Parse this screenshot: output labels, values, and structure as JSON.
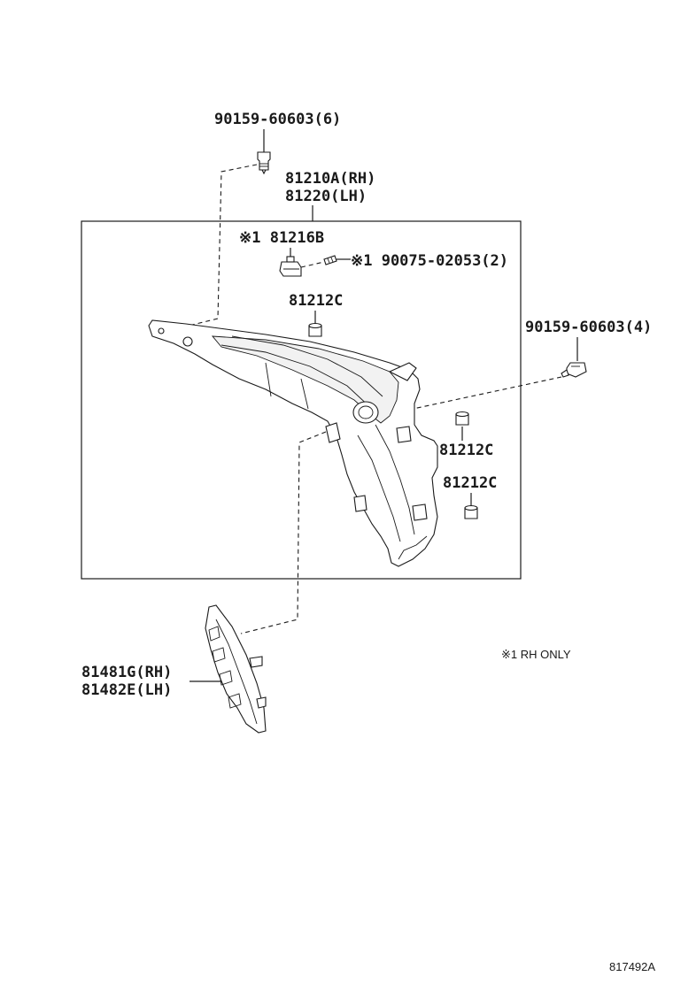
{
  "labels": {
    "screw_top": "90159-60603(6)",
    "lamp_rh": "81210A(RH)",
    "lamp_lh": "81220(LH)",
    "socket": "※1 81216B",
    "screw_small": "※1 90075-02053(2)",
    "cap_1": "81212C",
    "screw_right": "90159-60603(4)",
    "cap_2": "81212C",
    "cap_3": "81212C",
    "cover_rh": "81481G(RH)",
    "cover_lh": "81482E(LH)",
    "note": "※1 RH ONLY",
    "ref_code": "817492A"
  },
  "colors": {
    "line": "#1a1a1a",
    "background": "#ffffff"
  }
}
